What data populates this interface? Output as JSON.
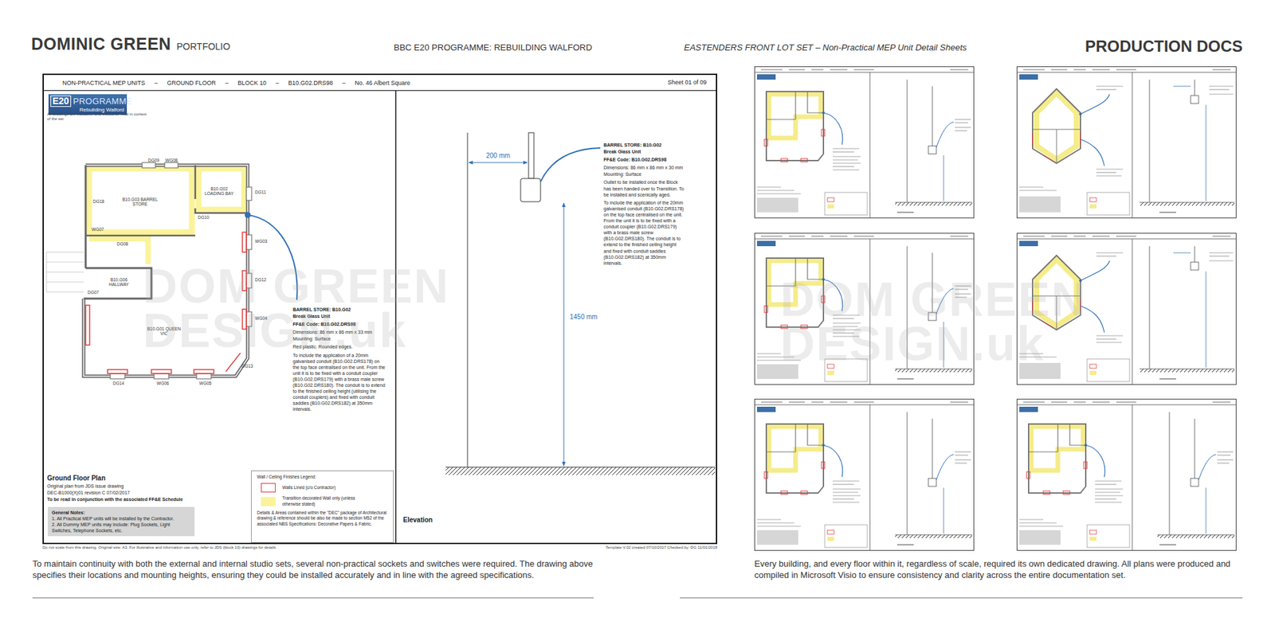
{
  "diagram": {
    "title": "DOMINIC GREEN",
    "caption": "To maintain continuity with both the external and internal studio sets, several non-practical sockets and switches were required. The drawing above specifies their locations and mounting heights, ensuring they could be installed accurately and in line with the agreed specifications.",
    "nodes": [
      {
        "text": [
          "NON-PRACTICAL MEP UNITS",
          "–",
          "GROUND FLOOR",
          "–",
          "BLOCK 10",
          "–",
          "B10.G02.DRS98",
          "–",
          "No. 46 Albert Square",
          "Sheet 01 of 09"
        ]
      },
      {
        "text": [
          "E20",
          "PROGRAMME",
          "Rebuilding Walford"
        ],
        "in": 0
      },
      {
        "text": [
          "General Notes:",
          "1. All Practical MEP units will be installed by the Contractor.",
          "2. All Dummy MEP units may include: Plug Sockets, Light Switches, Telephone Sockets, etc."
        ],
        "in": 0
      },
      {
        "text": [
          "Wall / Ceiling Finishes Legend:",
          "Details & Areas contained within the \"DEC\" package of Architectural drawing & reference should be also be made to section M52 of the associated NBS Specifications: Decorative Papers & Fabric."
        ],
        "in": 0
      }
    ],
    "labels": [
      "PORTFOLIO",
      "BBC E20 PROGRAMME: REBUILDING WALFORD",
      "EASTENDERS FRONT LOT SET – Non-Practical MEP Unit Detail Sheets",
      "PRODUCTION DOCS",
      "All drawings are indicative and should be read in context of the set",
      "DG09",
      "WG08",
      "DG18",
      "B10.G03 BARREL STORE",
      "B10.G02 LOADING BAY",
      "DG10",
      "DG11",
      "WG07",
      "DG08",
      "WG03",
      "DG07",
      "B10.G06 HALLWAY",
      "DG12",
      "B10.G01 QUEEN VIC",
      "WG04",
      "DG13",
      "DG14",
      "WG06",
      "WG05",
      "BARREL STORE: B10.G02",
      "Break Glass Unit",
      "FF&E Code: B10.G02.DRS98",
      "Dimensions: 86 mm x 86 mm x 33 mm",
      "Mounting: Surface",
      "Red plastic. Rounded edges.",
      "To include the application of a 20mm galvanised conduit (B10.G02.DRS178) on the top face centralised on the unit. From the unit it is to be fixed with a conduit coupler (B10.G02.DRS179) with a brass male screw (B10.G02.DRS180). The conduit is to extend to the finished ceiling height (utilising the conduit couplers) and fixed with conduit saddles (B10.G02.DRS182) at 350mm intervals.",
      "Ground Floor Plan",
      "Original plan from JDS issue drawing",
      "DEC-B1000(X)01 revision C 07/02/2017",
      "To be read in conjunction with the associated FF&E Schedule",
      "200 mm",
      "1450 mm",
      "BARREL STORE: B10.G02",
      "Break Glass Unit",
      "FF&E Code: B10.G02.DRS98",
      "Dimensions: 86 mm x 86 mm x 30 mm",
      "Mounting: Surface",
      "Outlet to be installed once the Block has been handed over to Transition. To be installed and scenically aged.",
      "To include the application of the 20mm galvanised conduit (B10.G02.DRS178) on the top face centralised on the unit. From the unit it is to be fixed with a conduit coupler (B10.G02.DRS179) with a brass male screw (B10.G02.DRS180). The conduit is to extend to the finished ceiling height and fixed with conduit saddles (B10.G02.DRS182) at 350mm intervals.",
      "Elevation",
      "Do not scale from this drawing. Original size: A3. For illustrative and information use only, refer to JDS (block 10) drawings for details",
      "Template V.02 created 07/10/2017 Checked by: DG 11/01/2018",
      "DOM GREEN",
      "DESIGN.uk",
      "DOM GREEN",
      "DESIGN.uk",
      "Every building, and every floor within it, regardless of scale, required its own dedicated drawing. All plans were produced and compiled in Microsoft Visio to ensure consistency and clarity across the entire documentation set."
    ],
    "legend": [
      {
        "text": "Walls Lined (c/o Contractor)"
      },
      {
        "text": "Transition decorated Wall only (unless otherwise stated)",
        "color": "#fbf39b"
      }
    ]
  }
}
